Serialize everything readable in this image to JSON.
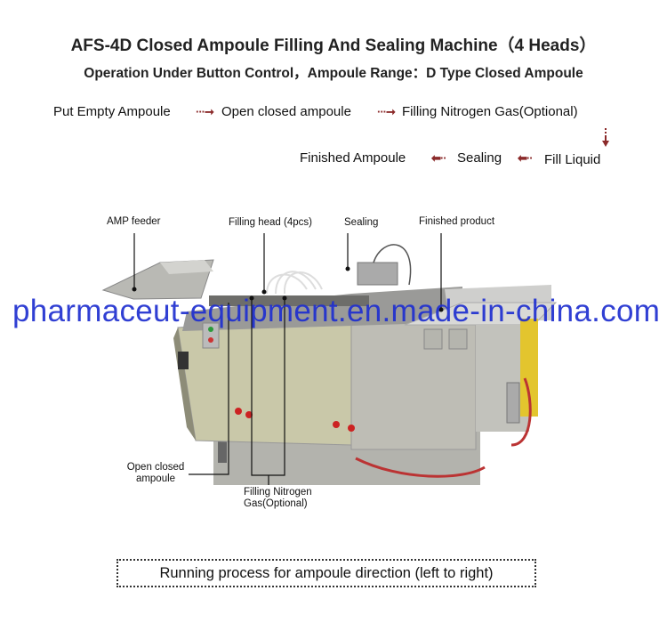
{
  "title": "AFS-4D Closed Ampoule Filling And Sealing Machine（4 Heads）",
  "subtitle": "Operation Under Button Control，Ampoule Range：D Type Closed Ampoule",
  "flow": {
    "steps": [
      "Put Empty Ampoule",
      "Open closed ampoule",
      "Filling Nitrogen Gas(Optional)",
      "Fill Liquid",
      "Sealing",
      "Finished Ampoule"
    ],
    "arrow_color": "#8b2a2a"
  },
  "callouts": {
    "amp_feeder": "AMP feeder",
    "filling_head": "Filling head (4pcs)",
    "sealing": "Sealing",
    "finished_product": "Finished product",
    "open_closed_1": "Open closed",
    "open_closed_2": "ampoule",
    "nitrogen_1": "Filling Nitrogen",
    "nitrogen_2": "Gas(Optional)"
  },
  "watermark": "pharmaceut-equipment.en.made-in-china.com",
  "footer": "Running process for ampoule direction (left to right)"
}
